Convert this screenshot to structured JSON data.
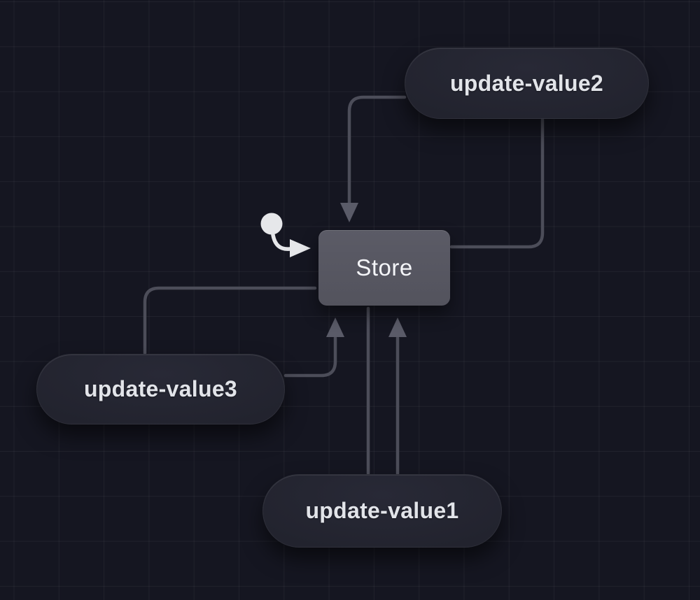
{
  "colors": {
    "background": "#151621",
    "grid_line": "#20212b",
    "edge": "#4c4d59",
    "arrowhead": "#5a5b68",
    "state_fill": "#56565f",
    "state_text": "#f4f5f8",
    "event_fill": "#22232e",
    "event_text": "#e2e4e9",
    "initial_marker": "#e6e7ea"
  },
  "diagram": {
    "state_node": {
      "label": "Store"
    },
    "event_nodes": [
      {
        "id": "update-value1",
        "label": "update-value1"
      },
      {
        "id": "update-value2",
        "label": "update-value2"
      },
      {
        "id": "update-value3",
        "label": "update-value3"
      }
    ],
    "edges": [
      {
        "from": "update-value2",
        "to": "Store",
        "arrow": "into-store-top"
      },
      {
        "from": "Store",
        "to": "update-value2",
        "arrow": "none"
      },
      {
        "from": "Store",
        "to": "update-value3",
        "arrow": "none"
      },
      {
        "from": "update-value3",
        "to": "Store",
        "arrow": "into-store-bottom"
      },
      {
        "from": "Store",
        "to": "update-value1",
        "arrow": "none"
      },
      {
        "from": "update-value1",
        "to": "Store",
        "arrow": "into-store-bottom"
      }
    ],
    "initial_marker": {
      "meaning": "initial-state-pointer",
      "points_to": "Store"
    }
  }
}
